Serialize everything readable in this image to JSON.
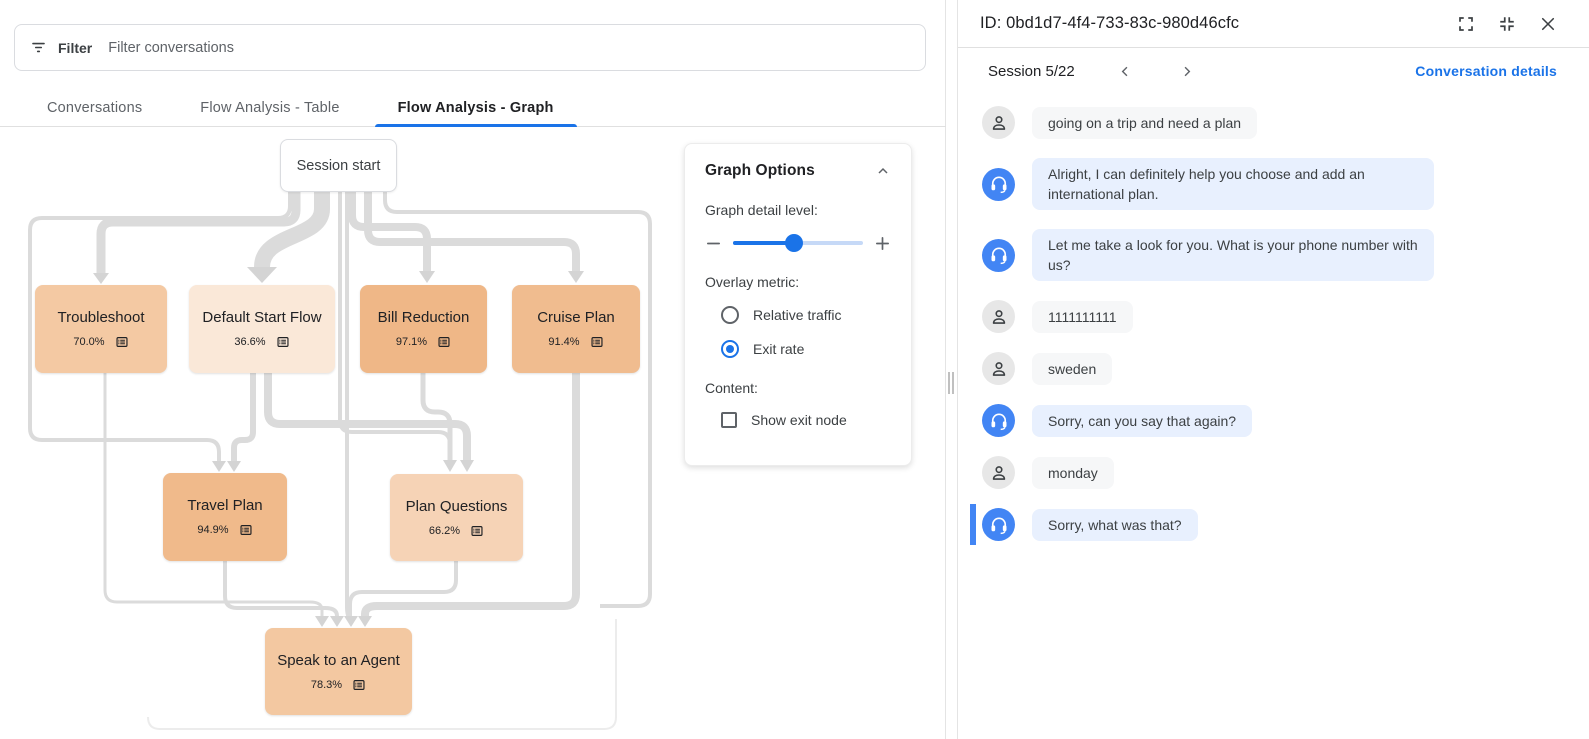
{
  "filter_bar": {
    "label": "Filter",
    "placeholder": "Filter conversations"
  },
  "tabs": [
    {
      "label": "Conversations",
      "active": false
    },
    {
      "label": "Flow Analysis - Table",
      "active": false
    },
    {
      "label": "Flow Analysis - Graph",
      "active": true
    }
  ],
  "graph": {
    "start_node": {
      "label": "Session start"
    },
    "overlay_metric_shown": "Exit rate",
    "nodes": [
      {
        "label": "Troubleshoot",
        "exit_rate": "70.0%",
        "color": "#f4c9a3"
      },
      {
        "label": "Default Start Flow",
        "exit_rate": "36.6%",
        "color": "#fae8d8"
      },
      {
        "label": "Bill Reduction",
        "exit_rate": "97.1%",
        "color": "#efb787"
      },
      {
        "label": "Cruise Plan",
        "exit_rate": "91.4%",
        "color": "#f0bc8f"
      },
      {
        "label": "Travel Plan",
        "exit_rate": "94.9%",
        "color": "#f0ba8b"
      },
      {
        "label": "Plan Questions",
        "exit_rate": "66.2%",
        "color": "#f6d3b6"
      },
      {
        "label": "Speak to an Agent",
        "exit_rate": "78.3%",
        "color": "#f3c8a1"
      }
    ]
  },
  "graph_options": {
    "title": "Graph Options",
    "detail_label": "Graph detail level:",
    "slider_value_pct": 47,
    "overlay_label": "Overlay metric:",
    "radios": [
      {
        "label": "Relative traffic",
        "selected": false
      },
      {
        "label": "Exit rate",
        "selected": true
      }
    ],
    "content_label": "Content:",
    "checkbox_label": "Show exit node",
    "checkbox_checked": false
  },
  "detail_panel": {
    "id_title": "ID: 0bd1d7-4f4-733-83c-980d46cfc",
    "session_label": "Session 5/22",
    "details_link": "Conversation details",
    "messages": [
      {
        "speaker": "user",
        "text": "going on a trip and need a plan",
        "selected": false
      },
      {
        "speaker": "agent",
        "text": "Alright, I can definitely help you choose and add an international plan.",
        "selected": false
      },
      {
        "speaker": "agent",
        "text": "Let me take a look for you. What is your phone number with us?",
        "selected": false
      },
      {
        "speaker": "user",
        "text": "1111111111",
        "selected": false
      },
      {
        "speaker": "user",
        "text": "sweden",
        "selected": false
      },
      {
        "speaker": "agent",
        "text": "Sorry, can you say that again?",
        "selected": false
      },
      {
        "speaker": "user",
        "text": "monday",
        "selected": false
      },
      {
        "speaker": "agent",
        "text": "Sorry, what was that?",
        "selected": true
      }
    ]
  },
  "colors": {
    "accent": "#1a73e8",
    "agent_avatar": "#4285f4",
    "agent_bubble": "#e8f0fe",
    "user_bubble": "#f6f7f8",
    "edge": "#dbdbdb",
    "selected_bar": "#4285f4"
  }
}
